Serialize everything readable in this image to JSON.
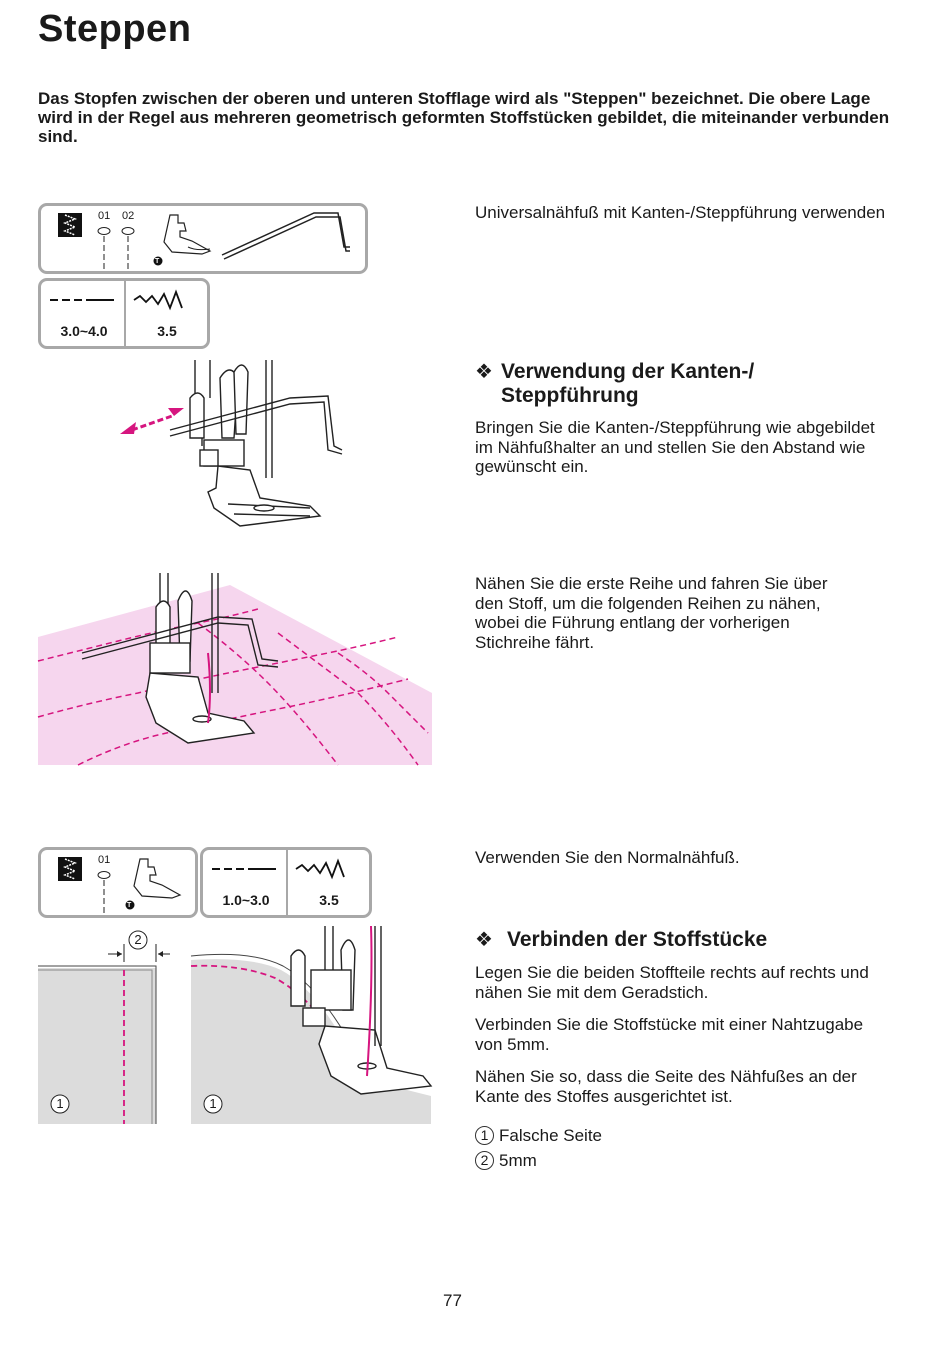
{
  "page": {
    "title": "Steppen",
    "intro": "Das Stopfen zwischen der oberen und unteren Stofflage wird als \"Steppen\" bezeichnet. Die obere Lage wird in der Regel aus mehreren geometrisch geformten Stoffstücken gebildet, die miteinander verbunden sind.",
    "page_number": "77"
  },
  "settings1": {
    "stitch_numbers": [
      "01",
      "02"
    ],
    "foot_badge": "T",
    "length_value": "3.0~4.0",
    "width_value": "3.5",
    "length_icon": "straight-stitch-length-icon",
    "width_icon": "zigzag-width-icon"
  },
  "settings2": {
    "stitch_number": "01",
    "foot_badge": "T",
    "length_value": "1.0~3.0",
    "width_value": "3.5"
  },
  "section_guide": {
    "foot_text": "Universalnähfuß mit Kanten-/Steppführung verwenden",
    "heading_line1": "Verwendung der Kanten-/",
    "heading_line2": "Steppführung",
    "heading_icon": "diamond-bullet-icon",
    "text1": "Bringen Sie die Kanten-/Steppführung wie abgebildet im Nähfußhalter an und stellen Sie den Abstand wie gewünscht ein.",
    "text2": "Nähen Sie die erste Reihe und fahren Sie über den Stoff, um die folgenden Reihen zu nähen, wobei die Führung entlang der vorherigen Stichreihe fährt."
  },
  "section_join": {
    "foot_text": "Verwenden Sie den Normalnähfuß.",
    "heading": "Verbinden der Stoffstücke",
    "text1": "Legen Sie die beiden Stoffteile rechts auf rechts und nähen Sie mit dem Geradstich.",
    "text2": "Verbinden Sie die Stoffstücke mit einer Nahtzugabe von 5mm.",
    "text3": "Nähen Sie so, dass die Seite des Nähfußes an der Kante des Stoffes ausgerichtet ist.",
    "legend": [
      {
        "num": "1",
        "label": "Falsche Seite"
      },
      {
        "num": "2",
        "label": "5mm"
      }
    ],
    "callout_wrong_side": "1",
    "callout_seam_allowance": "2"
  },
  "colors": {
    "accent_magenta": "#d6157f",
    "fabric_pink": "#f6d6ee",
    "fabric_grey": "#dcdcdc",
    "box_border": "#a8a8a8"
  }
}
